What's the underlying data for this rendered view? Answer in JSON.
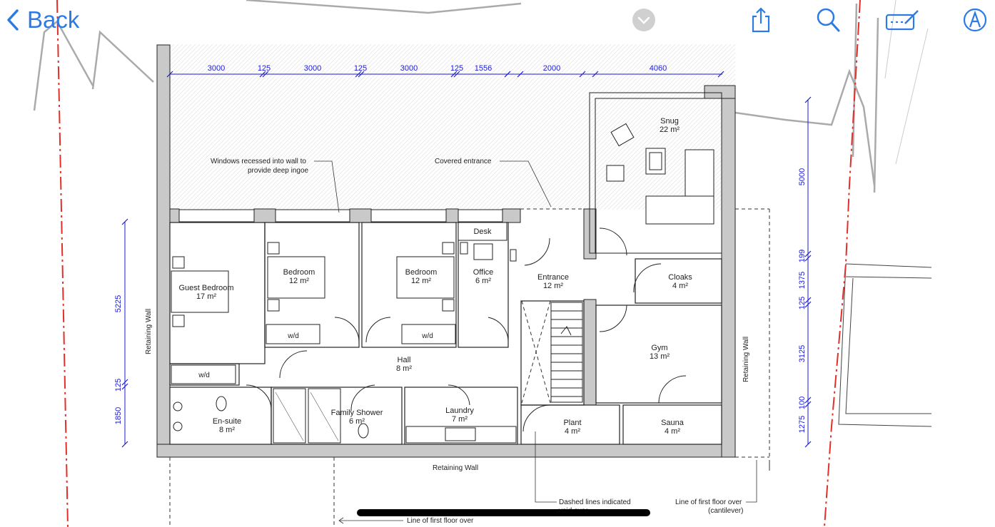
{
  "toolbar": {
    "back_label": "Back",
    "icons": [
      "share-icon",
      "search-icon",
      "markup-icon",
      "pencil-circle-icon",
      "chevron-down-icon"
    ]
  },
  "colors": {
    "accent": "#2c7be5",
    "dimension": "#1a1ad6",
    "wall": "#c9c9c9",
    "boundary": "#e0302a"
  },
  "dimensions_top": [
    "3000",
    "125",
    "3000",
    "125",
    "3000",
    "125",
    "1556",
    "2000",
    "4060"
  ],
  "dimensions_left": [
    "5225",
    "125",
    "1850"
  ],
  "dimensions_right": [
    "5000",
    "199",
    "1375",
    "125",
    "3125",
    "100",
    "1275"
  ],
  "rooms": [
    {
      "name": "Snug",
      "area": "22 m²"
    },
    {
      "name": "Guest Bedroom",
      "area": "17 m²"
    },
    {
      "name": "Bedroom",
      "area": "12 m²"
    },
    {
      "name": "Bedroom",
      "area": "12 m²"
    },
    {
      "name": "Office",
      "area": "6 m²"
    },
    {
      "name": "Entrance",
      "area": "12 m²"
    },
    {
      "name": "Cloaks",
      "area": "4 m²"
    },
    {
      "name": "Gym",
      "area": "13 m²"
    },
    {
      "name": "Hall",
      "area": "8 m²"
    },
    {
      "name": "En-suite",
      "area": "8 m²"
    },
    {
      "name": "Family Shower",
      "area": "6 m²"
    },
    {
      "name": "Laundry",
      "area": "7 m²"
    },
    {
      "name": "Plant",
      "area": "4 m²"
    },
    {
      "name": "Sauna",
      "area": "4 m²"
    }
  ],
  "labels": {
    "desk": "Desk",
    "wd": "w/d",
    "retaining_wall": "Retaining Wall",
    "windows_note_1": "Windows recessed into wall to",
    "windows_note_2": "provide deep ingoe",
    "covered_entrance": "Covered entrance",
    "dashed_note_1": "Dashed lines indicated",
    "dashed_note_2": "void over",
    "cantilever_1": "Line of first floor over",
    "cantilever_2": "(cantilever)",
    "first_floor_line": "Line of first floor over"
  }
}
